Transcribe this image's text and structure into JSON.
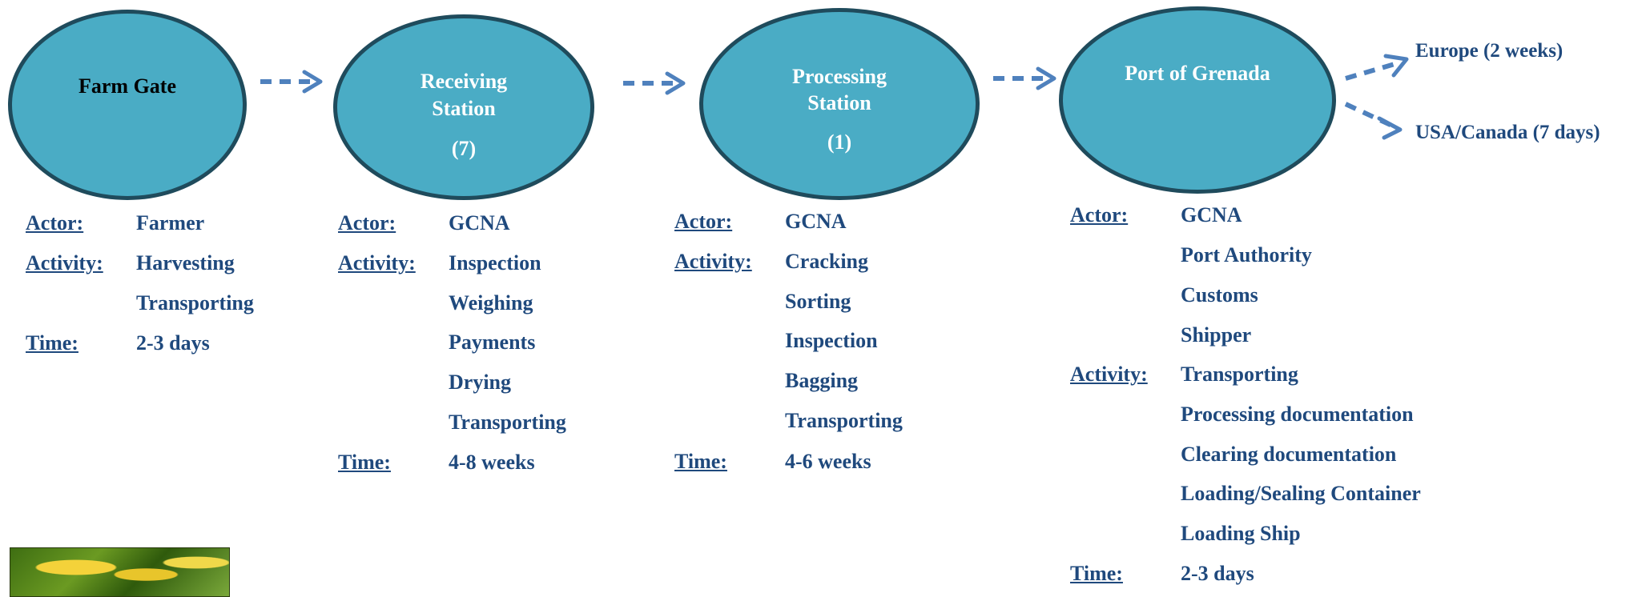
{
  "nodes": [
    {
      "name_lines": [
        "Farm Gate"
      ],
      "count": ""
    },
    {
      "name_lines": [
        "Receiving",
        "Station"
      ],
      "count": "(7)"
    },
    {
      "name_lines": [
        "Processing",
        "Station"
      ],
      "count": "(1)"
    },
    {
      "name_lines": [
        "Port of Grenada"
      ],
      "count": ""
    }
  ],
  "destinations": [
    "Europe (2 weeks)",
    "USA/Canada (7 days)"
  ],
  "labels": {
    "actor": "Actor:",
    "activity": "Activity:",
    "time": "Time:"
  },
  "stages": [
    {
      "actors": [
        "Farmer"
      ],
      "activities": [
        "Harvesting",
        "Transporting"
      ],
      "time": "2-3 days"
    },
    {
      "actors": [
        "GCNA"
      ],
      "activities": [
        "Inspection",
        "Weighing",
        "Payments",
        "Drying",
        "Transporting"
      ],
      "time": "4-8 weeks"
    },
    {
      "actors": [
        "GCNA"
      ],
      "activities": [
        "Cracking",
        "Sorting",
        "Inspection",
        "Bagging",
        "Transporting"
      ],
      "time": "4-6 weeks"
    },
    {
      "actors": [
        "GCNA",
        "Port Authority",
        "Customs",
        "Shipper"
      ],
      "activities": [
        "Transporting",
        "Processing documentation",
        "Clearing documentation",
        "Loading/Sealing Container",
        "Loading Ship"
      ],
      "time": "2-3 days"
    }
  ],
  "colors": {
    "node_fill": "#4aacc5",
    "node_border": "#1f4b5c",
    "text": "#1f497d",
    "arrow": "#4f81bd"
  },
  "icons": {
    "flow_arrow": "dashed-arrow-icon",
    "photo": "nutmeg-photo"
  }
}
